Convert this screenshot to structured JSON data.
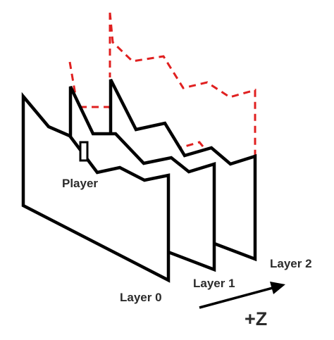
{
  "labels": {
    "player": "Player",
    "layer_0": "Layer 0",
    "layer_1": "Layer 1",
    "layer_2": "Layer 2",
    "axis": "+Z"
  },
  "colors": {
    "outline": "#000000",
    "projection_dash": "#e02020",
    "text": "#2b2b2b"
  }
}
